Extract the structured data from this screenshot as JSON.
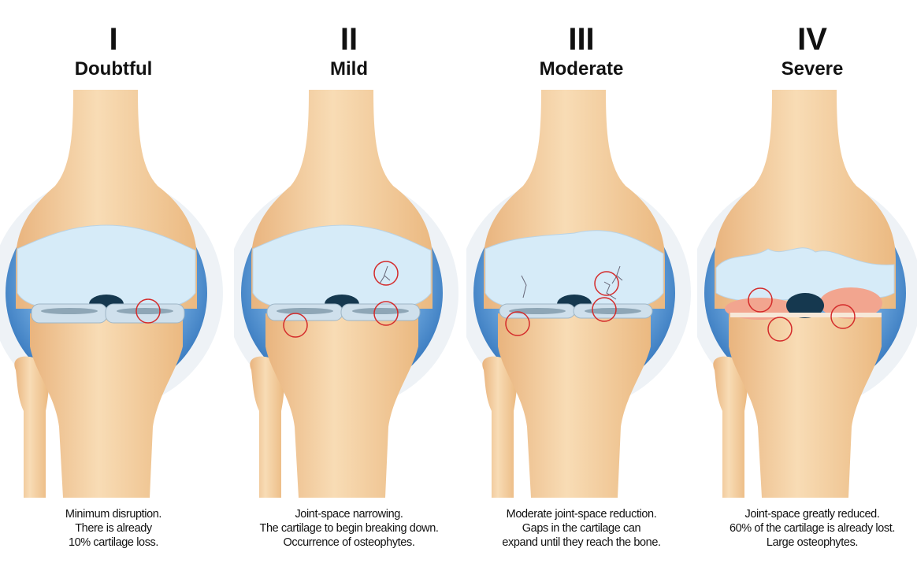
{
  "stages": [
    {
      "numeral": "I",
      "label": "Doubtful",
      "caption": [
        "Minimum disruption.",
        "There is already",
        "10% cartilage loss."
      ]
    },
    {
      "numeral": "II",
      "label": "Mild",
      "caption": [
        "Joint-space narrowing.",
        "The cartilage to begin breaking down.",
        "Occurrence of osteophytes."
      ]
    },
    {
      "numeral": "III",
      "label": "Moderate",
      "caption": [
        "Moderate joint-space reduction.",
        "Gaps in the cartilage can",
        "expand until they reach the bone."
      ]
    },
    {
      "numeral": "IV",
      "label": "Severe",
      "caption": [
        "Joint-space greatly reduced.",
        "60% of the cartilage is already lost.",
        "Large osteophytes."
      ]
    }
  ],
  "colors": {
    "bone": "#f3cb9a",
    "cartilage": "#d6ebf8",
    "backdrop": "#3d84cb",
    "marker": "#d42a2a",
    "damage": "#f2a58f"
  }
}
